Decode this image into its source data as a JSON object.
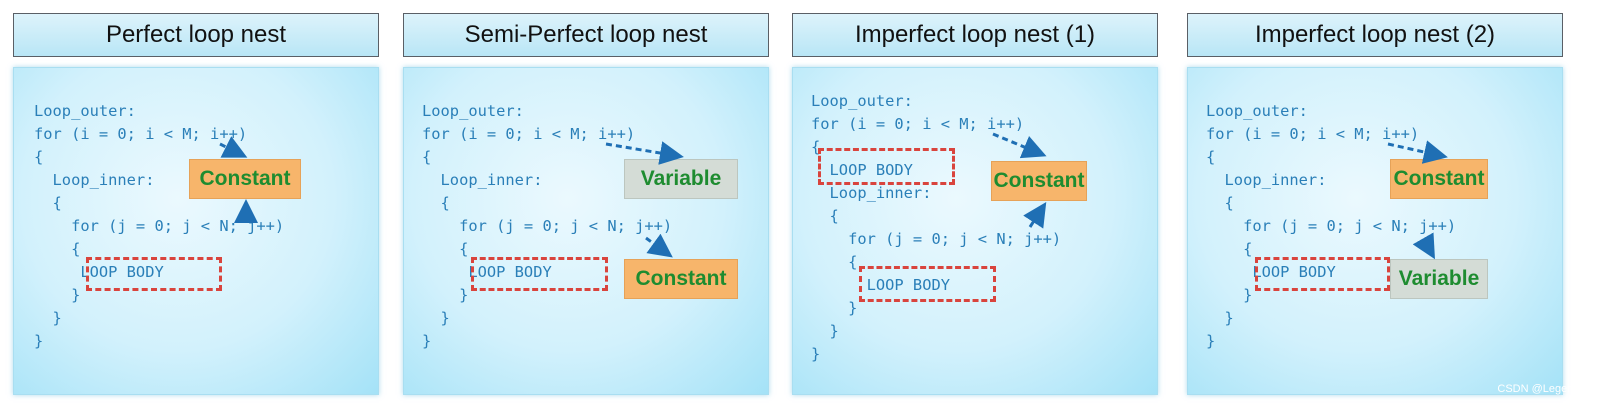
{
  "panels": [
    {
      "title": "Perfect loop nest",
      "code": "Loop_outer:\nfor (i = 0; i < M; i++)\n{\n  Loop_inner:\n  {\n    for (j = 0; j < N; j++)\n    {\n     LOOP BODY\n    }\n  }\n}",
      "tags": [
        {
          "kind": "const",
          "label": "Constant"
        }
      ]
    },
    {
      "title": "Semi-Perfect loop nest",
      "code": "Loop_outer:\nfor (i = 0; i < M; i++)\n{\n  Loop_inner:\n  {\n    for (j = 0; j < N; j++)\n    {\n     LOOP BODY\n    }\n  }\n}",
      "tags": [
        {
          "kind": "var",
          "label": "Variable"
        },
        {
          "kind": "const",
          "label": "Constant"
        }
      ]
    },
    {
      "title": "Imperfect loop nest (1)",
      "code": "Loop_outer:\nfor (i = 0; i < M; i++)\n{\n  LOOP BODY\n  Loop_inner:\n  {\n    for (j = 0; j < N; j++)\n    {\n      LOOP BODY\n    }\n  }\n}",
      "tags": [
        {
          "kind": "const",
          "label": "Constant"
        }
      ]
    },
    {
      "title": "Imperfect loop nest (2)",
      "code": "Loop_outer:\nfor (i = 0; i < M; i++)\n{\n  Loop_inner:\n  {\n    for (j = 0; j < N; j++)\n    {\n     LOOP BODY\n    }\n  }\n}",
      "tags": [
        {
          "kind": "const",
          "label": "Constant"
        },
        {
          "kind": "var",
          "label": "Variable"
        }
      ]
    }
  ],
  "watermark": "CSDN @Legendyyy",
  "colors": {
    "code_text": "#2a7fb8",
    "dashed_box": "#d9443d",
    "constant_box": "#f7b56b",
    "variable_box": "#d4dcd6",
    "tag_text": "#1e8c30",
    "arrow": "#1f6fb4"
  }
}
